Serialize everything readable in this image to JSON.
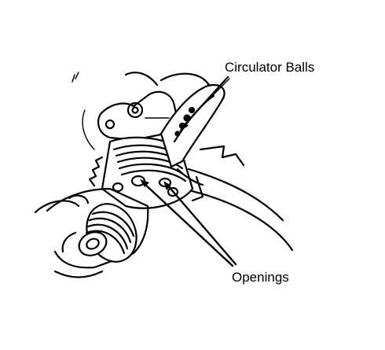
{
  "labels": {
    "circulator_balls": "Circulator Balls",
    "openings": "Openings"
  },
  "colors": {
    "ink": "#000000",
    "paper": "#ffffff"
  },
  "icons": {
    "pointer_balls": "leader-arrow",
    "pointer_openings_left": "leader-arrow",
    "pointer_openings_right": "leader-arrow"
  }
}
